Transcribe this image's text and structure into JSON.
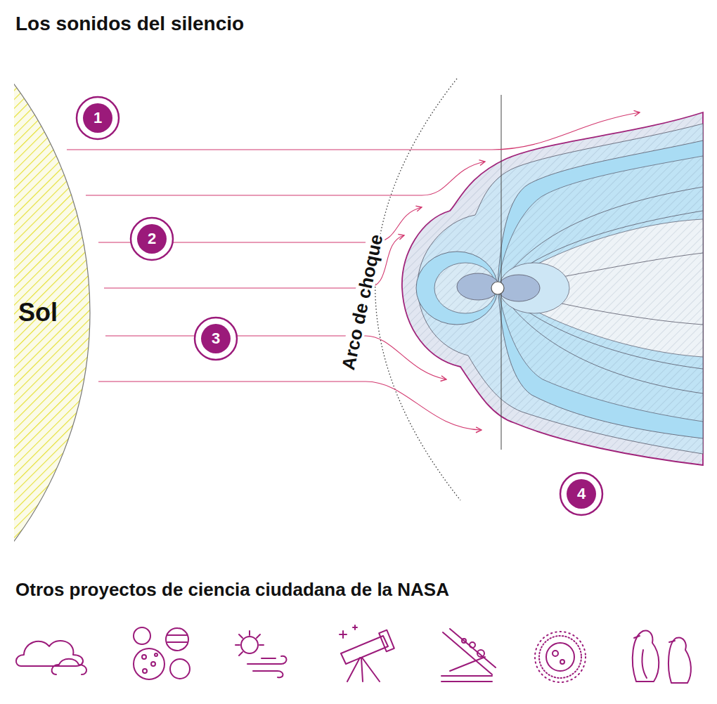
{
  "diagram": {
    "title": "Los sonidos del silencio",
    "nodes": [
      {
        "text": [
          "Sol"
        ]
      },
      {
        "text": [
          "1"
        ]
      },
      {
        "text": [
          "2"
        ]
      },
      {
        "text": [
          "3"
        ]
      },
      {
        "text": [
          "4"
        ]
      }
    ],
    "labels": [
      "Arco de choque",
      "Otros proyectos de ciencia ciudadana de la NASA"
    ]
  }
}
